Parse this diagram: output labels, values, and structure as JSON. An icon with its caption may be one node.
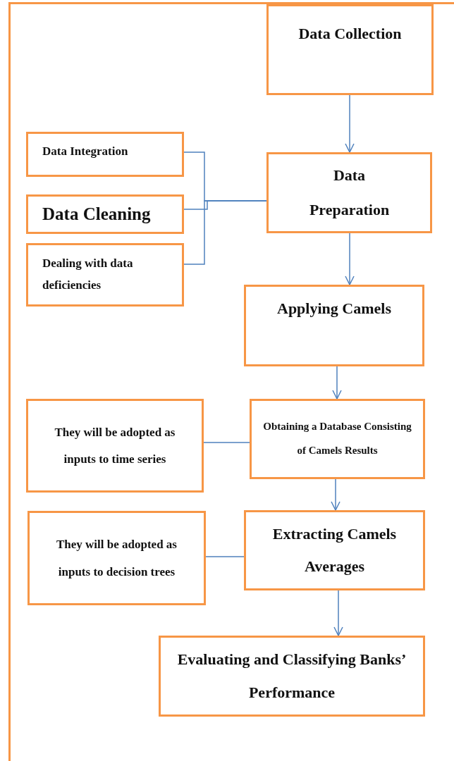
{
  "diagram": {
    "nodes": [
      {
        "text": [
          "Data Collection"
        ]
      },
      {
        "text": [
          "Data Integration"
        ]
      },
      {
        "text": [
          "Data Cleaning"
        ]
      },
      {
        "text": [
          "Dealing with data deficiencies"
        ]
      },
      {
        "text": [
          "Data Preparation"
        ]
      },
      {
        "text": [
          "Applying Camels"
        ]
      },
      {
        "text": [
          "They will be adopted as inputs to time series"
        ]
      },
      {
        "text": [
          "Obtaining a Database Consisting of Camels Results"
        ]
      },
      {
        "text": [
          "They will be adopted as inputs to decision trees"
        ]
      },
      {
        "text": [
          "Extracting Camels Averages"
        ]
      },
      {
        "text": [
          "Evaluating and Classifying Banks’ Performance"
        ]
      }
    ],
    "edges": [
      {
        "from": 0,
        "to": 4,
        "arrow": "to"
      },
      {
        "from": 1,
        "to": 4,
        "arrow": "none"
      },
      {
        "from": 2,
        "to": 4,
        "arrow": "none"
      },
      {
        "from": 3,
        "to": 4,
        "arrow": "none"
      },
      {
        "from": 4,
        "to": 5,
        "arrow": "to"
      },
      {
        "from": 5,
        "to": 7,
        "arrow": "to"
      },
      {
        "from": 6,
        "to": 7,
        "arrow": "none"
      },
      {
        "from": 7,
        "to": 9,
        "arrow": "to"
      },
      {
        "from": 8,
        "to": 9,
        "arrow": "none"
      },
      {
        "from": 9,
        "to": 10,
        "arrow": "to"
      }
    ]
  }
}
